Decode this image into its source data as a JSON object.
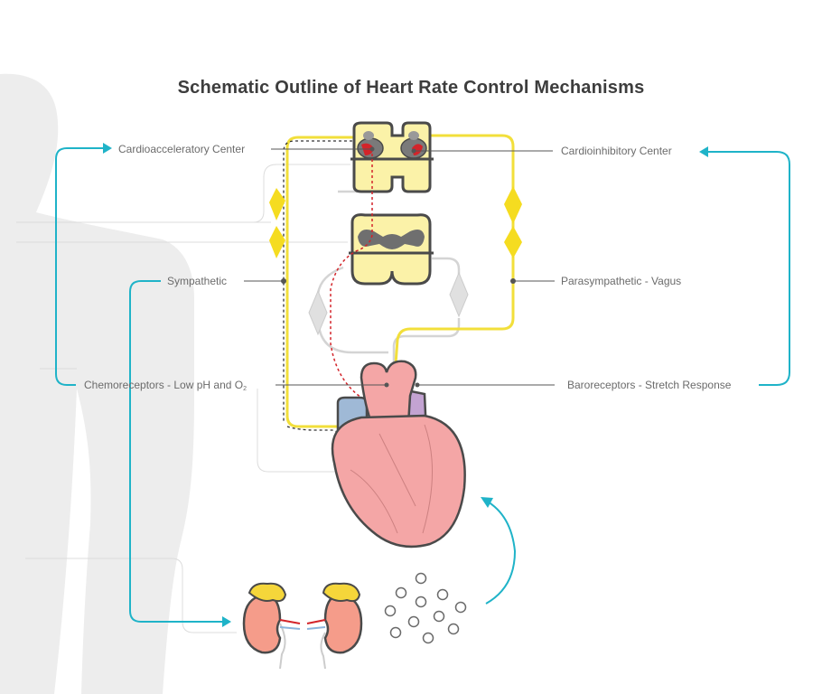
{
  "title": "Schematic Outline of Heart Rate Control Mechanisms",
  "labels": {
    "cardioacceleratory": "Cardioacceleratory Center",
    "cardioinhibitory": "Cardioinhibitory Center",
    "sympathetic": "Sympathetic",
    "parasympathetic": "Parasympathetic - Vagus",
    "chemoreceptors_text": "Chemoreceptors - Low pH and O",
    "chemoreceptors_sub": "2",
    "baroreceptors": "Baroreceptors - Stretch Response"
  },
  "colors": {
    "arrow": "#1fb3c8",
    "sympathetic_nerve": "#f2df3b",
    "vagus_nerve": "#f2df3b",
    "heart": "#f4a6a6",
    "spinal_cord": "#fbf2a8",
    "kidney": "#f59c8a",
    "adrenal": "#f5d63a",
    "body_silhouette": "#ececec"
  }
}
